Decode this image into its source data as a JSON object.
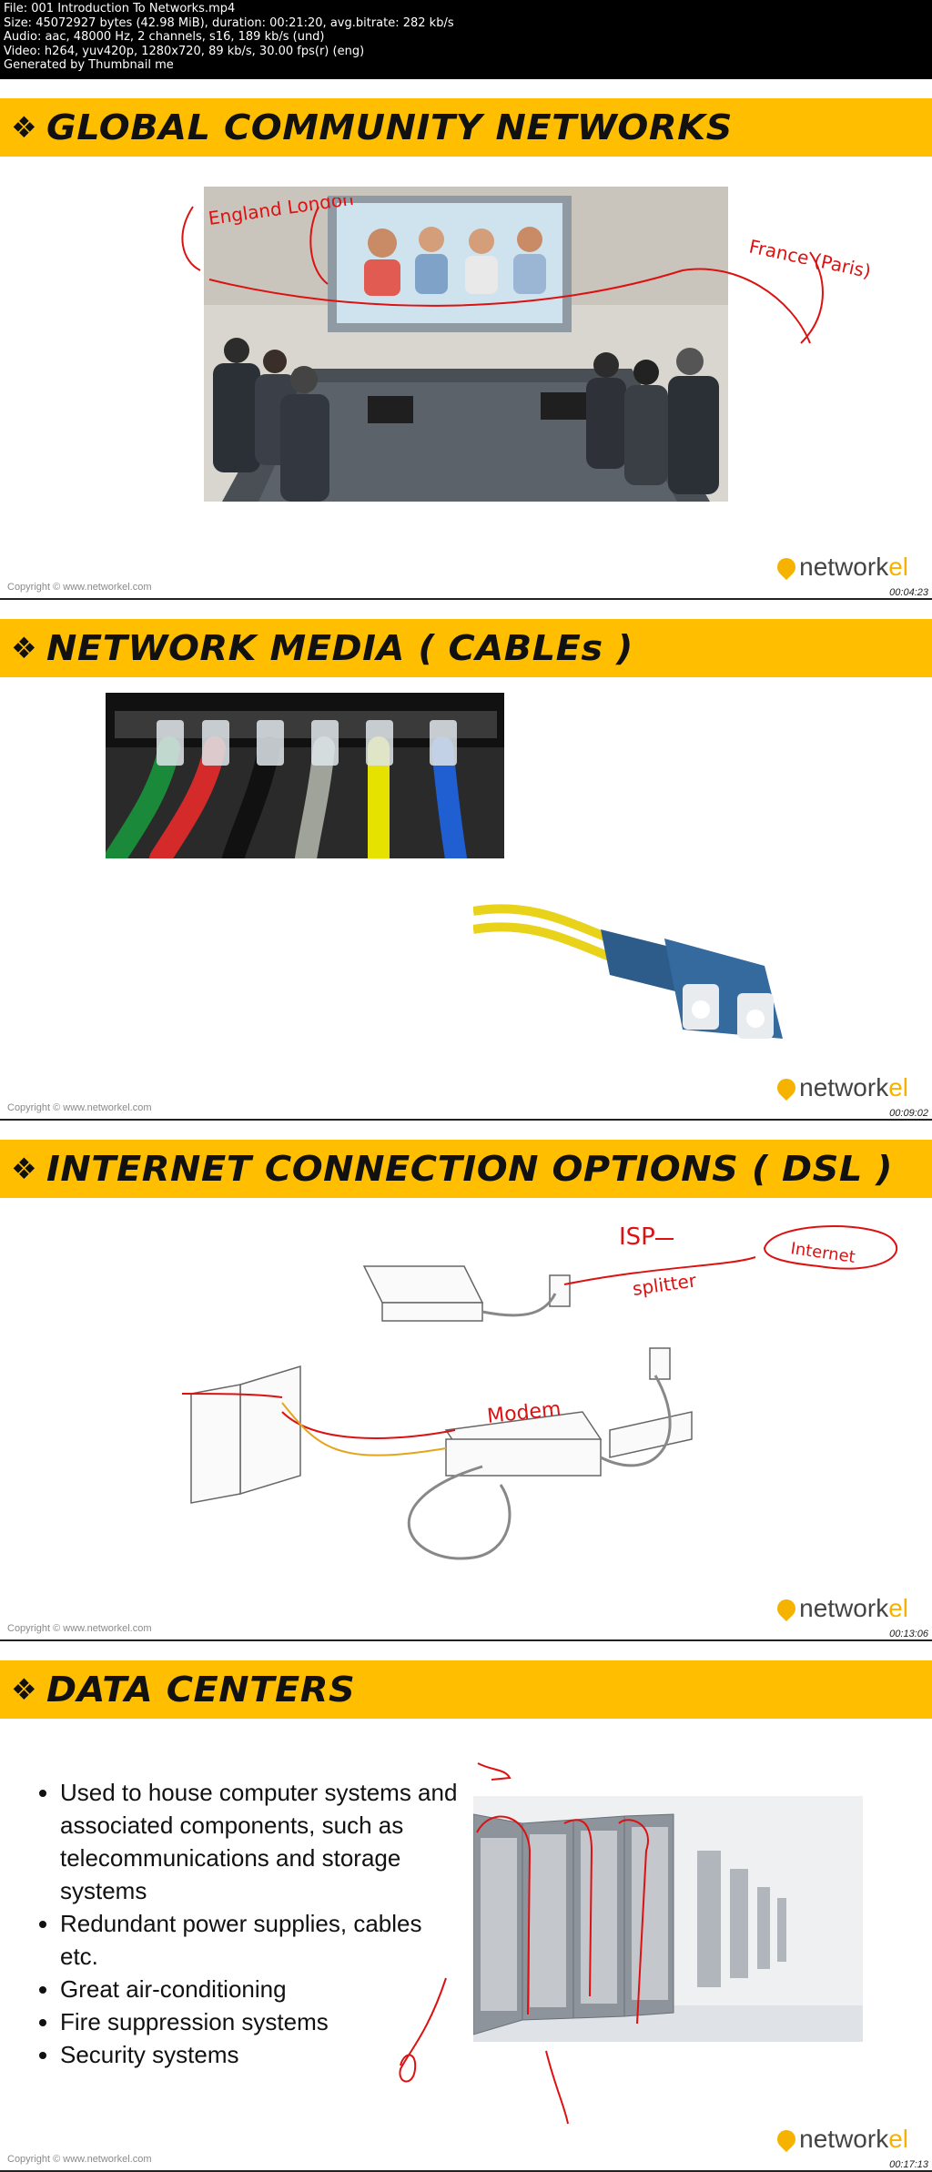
{
  "header": {
    "lines": [
      "File: 001 Introduction To Networks.mp4",
      "Size: 45072927 bytes (42.98 MiB), duration: 00:21:20, avg.bitrate: 282 kb/s",
      "Audio: aac, 48000 Hz, 2 channels, s16, 189 kb/s (und)",
      "Video: h264, yuv420p, 1280x720, 89 kb/s, 30.00 fps(r) (eng)",
      "Generated by Thumbnail me"
    ]
  },
  "common": {
    "copyright": "Copyright © www.networkel.com",
    "logo_main": "network",
    "logo_accent": "el",
    "accent_color": "#FFBF00",
    "diamond": "❖"
  },
  "slides": [
    {
      "title": "GLOBAL COMMUNITY NETWORKS",
      "time": "00:04:23",
      "annotations": [
        "England London",
        "France (Paris)"
      ]
    },
    {
      "title": "NETWORK MEDIA ( CABLEs )",
      "time": "00:09:02"
    },
    {
      "title": "INTERNET CONNECTION OPTIONS  ( DSL )",
      "time": "00:13:06",
      "annotations": [
        "ISP",
        "Internet",
        "splitter",
        "Modem"
      ]
    },
    {
      "title": "DATA CENTERS",
      "time": "00:17:13",
      "bullets": [
        "Used to house computer systems and associated components, such as telecommunications and storage systems",
        "Redundant power supplies, cables etc.",
        "Great air-conditioning",
        "Fire suppression systems",
        "Security systems"
      ]
    }
  ]
}
